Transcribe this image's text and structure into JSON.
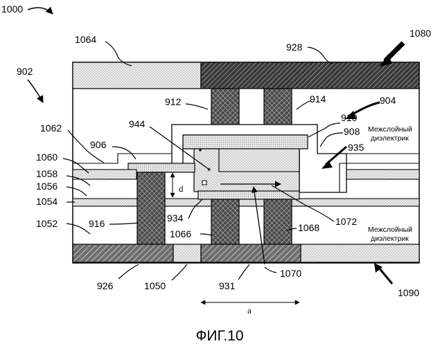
{
  "figure": {
    "caption": "ФИГ.10",
    "dielectric_label_upper_line1": "Межслойный",
    "dielectric_label_upper_line2": "диэлектрик",
    "dielectric_label_lower_line1": "Межслойный",
    "dielectric_label_lower_line2": "диэлектрик",
    "dimension_d": "d",
    "dimension_a": "a",
    "refs": {
      "r1000": "1000",
      "r1064": "1064",
      "r928": "928",
      "r1080": "1080",
      "r902": "902",
      "r912": "912",
      "r914": "914",
      "r904": "904",
      "r910": "910",
      "r944": "944",
      "r908": "908",
      "r1062": "1062",
      "r906": "906",
      "r935": "935",
      "r1060": "1060",
      "r1058": "1058",
      "r1056": "1056",
      "r1054": "1054",
      "r934": "934",
      "r1072": "1072",
      "r1052": "1052",
      "r916": "916",
      "r1066": "1066",
      "r1068": "1068",
      "r926": "926",
      "r1050": "1050",
      "r931": "931",
      "r1070": "1070",
      "r1090": "1090"
    }
  },
  "colors": {
    "stroke": "#000000",
    "light_fill": "#e6e6e6",
    "dark_fill": "#333333"
  }
}
